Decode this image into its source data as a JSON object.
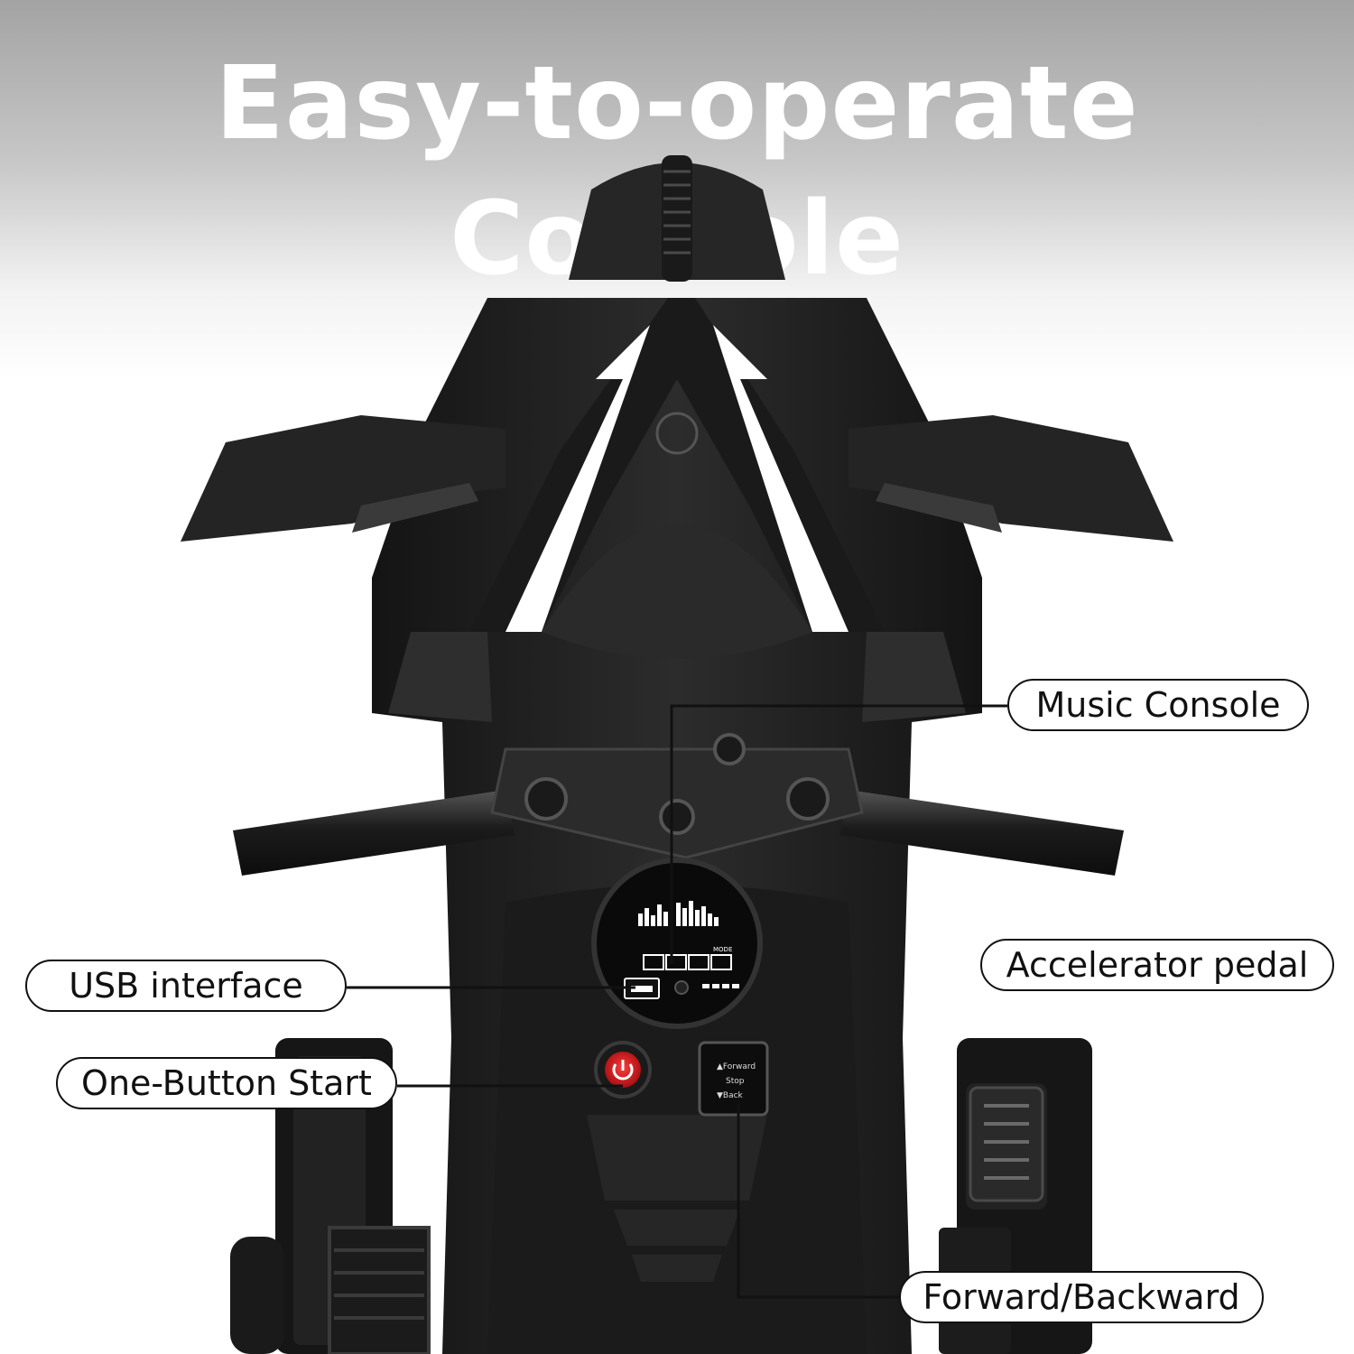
{
  "headline": "Easy-to-operate Console",
  "callouts": {
    "music_console": "Music Console",
    "accelerator_pedal": "Accelerator pedal",
    "usb_interface": "USB interface",
    "one_button_start": "One-Button Start",
    "forward_backward": "Forward/Backward"
  },
  "dash_labels": [
    "MODE"
  ],
  "switch_labels": [
    "▲Forward",
    "Stop",
    "▼Back"
  ],
  "colors": {
    "body": "#1f1f1f",
    "body_dark": "#121212",
    "body_light": "#3a3a3a",
    "start_button": "#d4161b",
    "text": "#111111"
  }
}
